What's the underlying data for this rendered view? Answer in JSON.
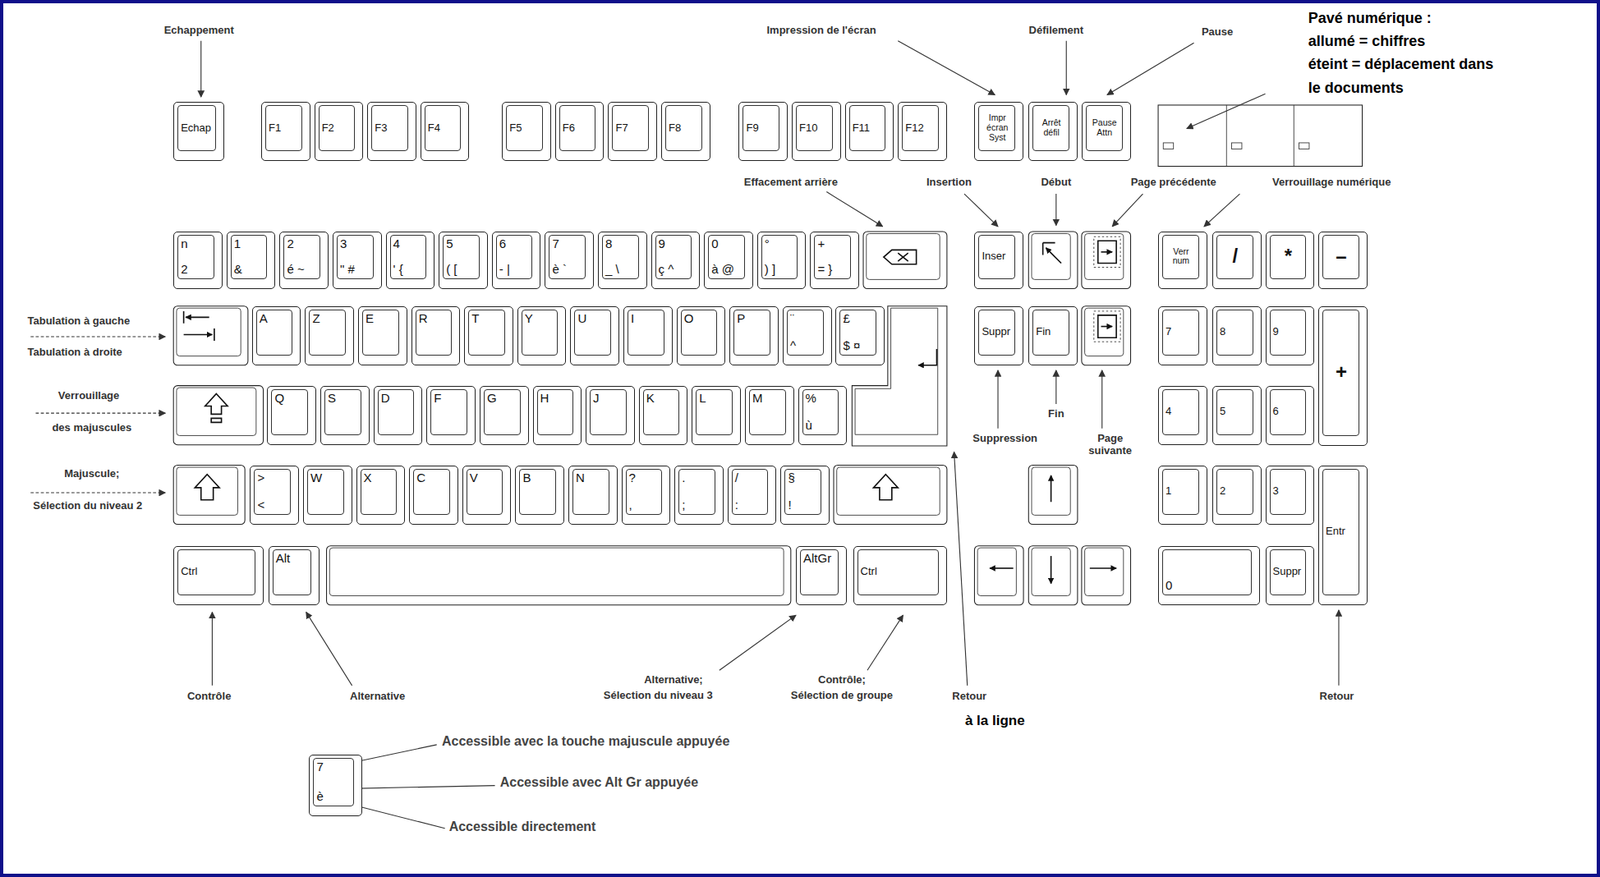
{
  "diagram": {
    "nodes": [
      {
        "text": [
          "Echap"
        ]
      },
      {
        "text": [
          "F1"
        ]
      },
      {
        "text": [
          "F2"
        ]
      },
      {
        "text": [
          "F3"
        ]
      },
      {
        "text": [
          "F4"
        ]
      },
      {
        "text": [
          "F5"
        ]
      },
      {
        "text": [
          "F6"
        ]
      },
      {
        "text": [
          "F7"
        ]
      },
      {
        "text": [
          "F8"
        ]
      },
      {
        "text": [
          "F9"
        ]
      },
      {
        "text": [
          "F10"
        ]
      },
      {
        "text": [
          "F11"
        ]
      },
      {
        "text": [
          "F12"
        ]
      },
      {
        "text": [
          "Impr écran Syst"
        ]
      },
      {
        "text": [
          "Arrêt défil"
        ]
      },
      {
        "text": [
          "Pause Attn"
        ]
      },
      {
        "text": [
          "n",
          "2"
        ]
      },
      {
        "text": [
          "1",
          "&"
        ]
      },
      {
        "text": [
          "2",
          "é ~"
        ]
      },
      {
        "text": [
          "3",
          "\" #"
        ]
      },
      {
        "text": [
          "4",
          "' {"
        ]
      },
      {
        "text": [
          "5",
          "( ["
        ]
      },
      {
        "text": [
          "6",
          "- |"
        ]
      },
      {
        "text": [
          "7",
          "è `"
        ]
      },
      {
        "text": [
          "8",
          "_ \\"
        ]
      },
      {
        "text": [
          "9",
          "ç ^"
        ]
      },
      {
        "text": [
          "0",
          "à @"
        ]
      },
      {
        "text": [
          "°",
          ") ]"
        ]
      },
      {
        "text": [
          "+",
          "= }"
        ]
      },
      {
        "text": [
          "Inser"
        ]
      },
      {
        "text": [
          "Verr num"
        ]
      },
      {
        "text": [
          "/"
        ]
      },
      {
        "text": [
          "*"
        ]
      },
      {
        "text": [
          "–"
        ]
      },
      {
        "text": [
          "A"
        ]
      },
      {
        "text": [
          "Z"
        ]
      },
      {
        "text": [
          "E"
        ]
      },
      {
        "text": [
          "R"
        ]
      },
      {
        "text": [
          "T"
        ]
      },
      {
        "text": [
          "Y"
        ]
      },
      {
        "text": [
          "U"
        ]
      },
      {
        "text": [
          "I"
        ]
      },
      {
        "text": [
          "O"
        ]
      },
      {
        "text": [
          "P"
        ]
      },
      {
        "text": [
          "¨",
          "^"
        ]
      },
      {
        "text": [
          "£",
          "$ ¤"
        ]
      },
      {
        "text": [
          "Suppr"
        ]
      },
      {
        "text": [
          "Fin"
        ]
      },
      {
        "text": [
          "7"
        ]
      },
      {
        "text": [
          "8"
        ]
      },
      {
        "text": [
          "9"
        ]
      },
      {
        "text": [
          "+"
        ]
      },
      {
        "text": [
          "Q"
        ]
      },
      {
        "text": [
          "S"
        ]
      },
      {
        "text": [
          "D"
        ]
      },
      {
        "text": [
          "F"
        ]
      },
      {
        "text": [
          "G"
        ]
      },
      {
        "text": [
          "H"
        ]
      },
      {
        "text": [
          "J"
        ]
      },
      {
        "text": [
          "K"
        ]
      },
      {
        "text": [
          "L"
        ]
      },
      {
        "text": [
          "M"
        ]
      },
      {
        "text": [
          "%",
          "ù"
        ]
      },
      {
        "text": [
          "4"
        ]
      },
      {
        "text": [
          "5"
        ]
      },
      {
        "text": [
          "6"
        ]
      },
      {
        "text": [
          ">",
          "<"
        ]
      },
      {
        "text": [
          "W"
        ]
      },
      {
        "text": [
          "X"
        ]
      },
      {
        "text": [
          "C"
        ]
      },
      {
        "text": [
          "V"
        ]
      },
      {
        "text": [
          "B"
        ]
      },
      {
        "text": [
          "N"
        ]
      },
      {
        "text": [
          "?",
          ","
        ]
      },
      {
        "text": [
          ".",
          ";"
        ]
      },
      {
        "text": [
          "/",
          ":"
        ]
      },
      {
        "text": [
          "§",
          "!"
        ]
      },
      {
        "text": [
          "1"
        ]
      },
      {
        "text": [
          "2"
        ]
      },
      {
        "text": [
          "3"
        ]
      },
      {
        "text": [
          "Entr"
        ]
      },
      {
        "text": [
          "Ctrl"
        ]
      },
      {
        "text": [
          "Alt"
        ]
      },
      {
        "text": [
          "AltGr"
        ]
      },
      {
        "text": [
          "Ctrl"
        ]
      },
      {
        "text": [
          "0"
        ]
      },
      {
        "text": [
          "Suppr"
        ]
      },
      {
        "text": [
          "7",
          "è"
        ]
      }
    ],
    "labels": [
      "Echappement",
      "Impression de l'écran",
      "Défilement",
      "Pause",
      "Pavé numérique :",
      "allumé = chiffres",
      "éteint = déplacement dans",
      "le documents",
      "Effacement arrière",
      "Insertion",
      "Début",
      "Page précédente",
      "Verrouillage numérique",
      "Tabulation à gauche",
      "Tabulation à droite",
      "Verrouillage",
      "des majuscules",
      "Majuscule;",
      "Sélection du niveau 2",
      "Suppression",
      "Fin",
      "Page suivante",
      "Contrôle",
      "Alternative",
      "Alternative;",
      "Sélection du niveau 3",
      "Contrôle;",
      "Sélection de groupe",
      "Retour",
      "à la ligne",
      "Retour",
      "Accessible avec la touche majuscule appuyée",
      "Accessible avec Alt Gr appuyée",
      "Accessible directement"
    ]
  }
}
